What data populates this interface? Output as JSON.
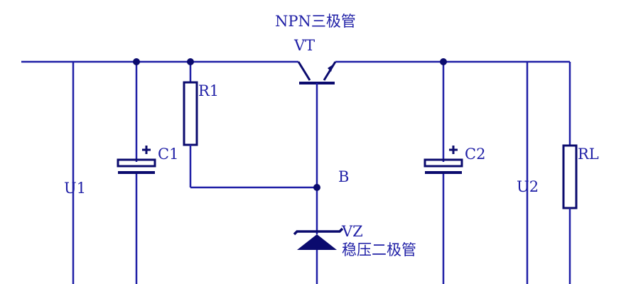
{
  "diagram": {
    "labels": {
      "transistor_type": "NPN三极管",
      "transistor": "VT",
      "r1": "R1",
      "c1": "C1",
      "u1": "U1",
      "node_b": "B",
      "c2": "C2",
      "u2": "U2",
      "rl": "RL",
      "zener": "VZ",
      "zener_type": "稳压二极管",
      "plus_c1": "+",
      "plus_c2": "+"
    },
    "colors": {
      "wire": "#1f1fa6",
      "component": "#0b0b6e",
      "background": "#ffffff"
    }
  }
}
